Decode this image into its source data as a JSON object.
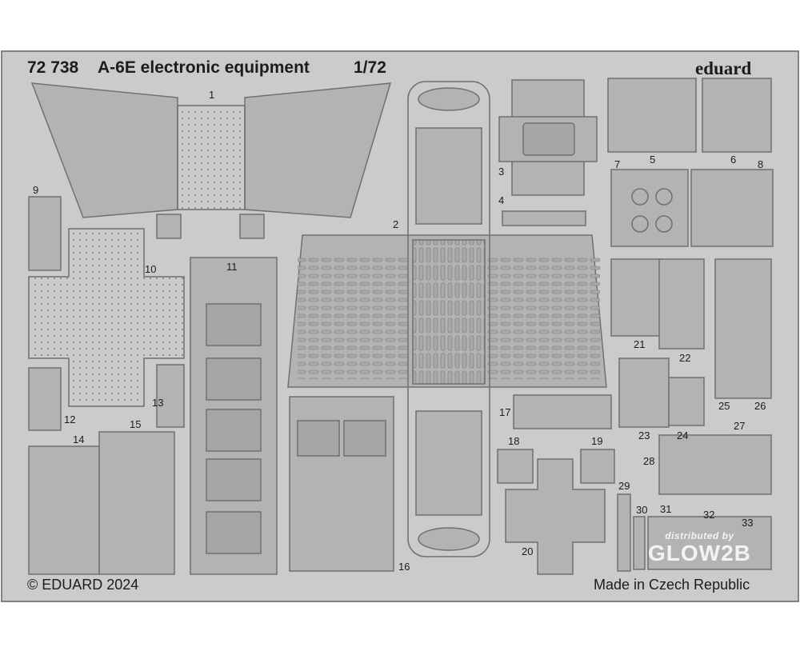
{
  "header": {
    "code": "72 738",
    "name": "A-6E electronic equipment",
    "scale": "1/72",
    "brand": "eduard"
  },
  "footer": {
    "copyright": "© EDUARD 2024",
    "origin": "Made in Czech Republic"
  },
  "watermark": {
    "line1": "distributed by",
    "line2": "GLOW2B"
  },
  "parts": [
    "1",
    "2",
    "3",
    "4",
    "5",
    "6",
    "7",
    "8",
    "9",
    "10",
    "11",
    "12",
    "13",
    "14",
    "15",
    "16",
    "17",
    "18",
    "19",
    "20",
    "21",
    "22",
    "23",
    "24",
    "25",
    "26",
    "27",
    "28",
    "29",
    "30",
    "31",
    "32",
    "33"
  ],
  "colors": {
    "fret": "#c9cbcd",
    "panel": "#b1b3b5",
    "outline": "#6e7072",
    "text": "#1c1c1c"
  }
}
